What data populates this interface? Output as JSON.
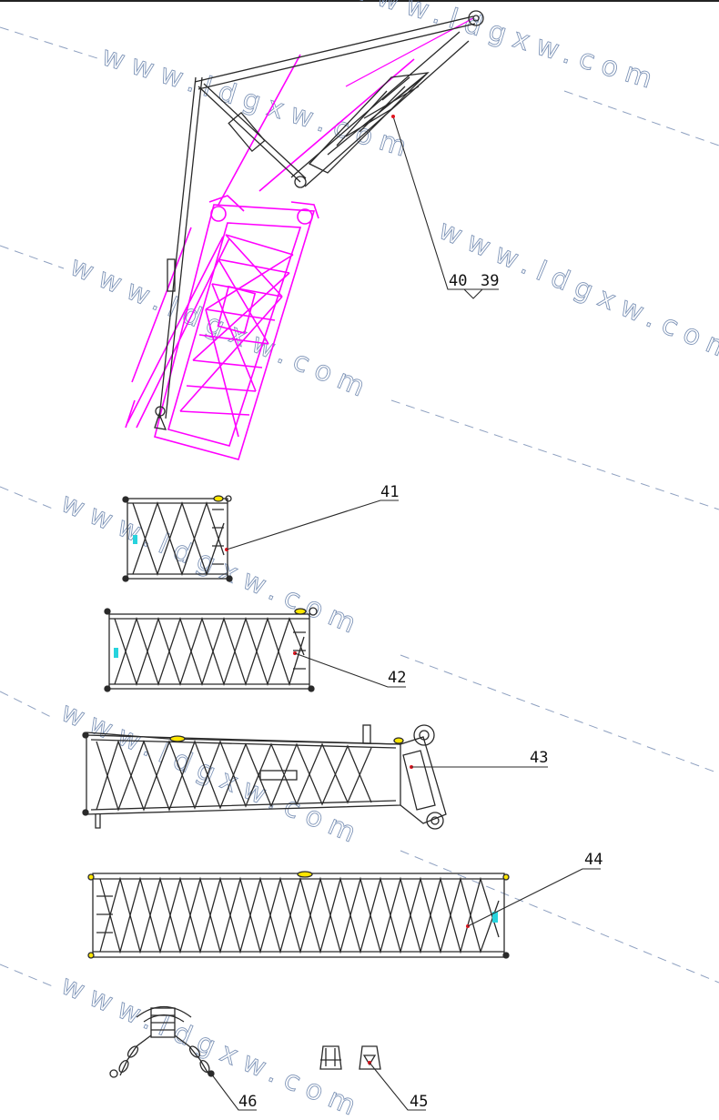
{
  "colors": {
    "line": "#2a2a2a",
    "magenta": "#ff00ff",
    "watermark": "#7f95b8",
    "marker_red": "#e0141e",
    "marker_yellow": "#ffe600",
    "marker_cyan": "#27d3dd"
  },
  "watermark_text": "www.ldgxw.com",
  "callouts": {
    "c39": "39",
    "c40": "40",
    "c41": "41",
    "c42": "42",
    "c43": "43",
    "c44": "44",
    "c45": "45",
    "c46": "46"
  }
}
